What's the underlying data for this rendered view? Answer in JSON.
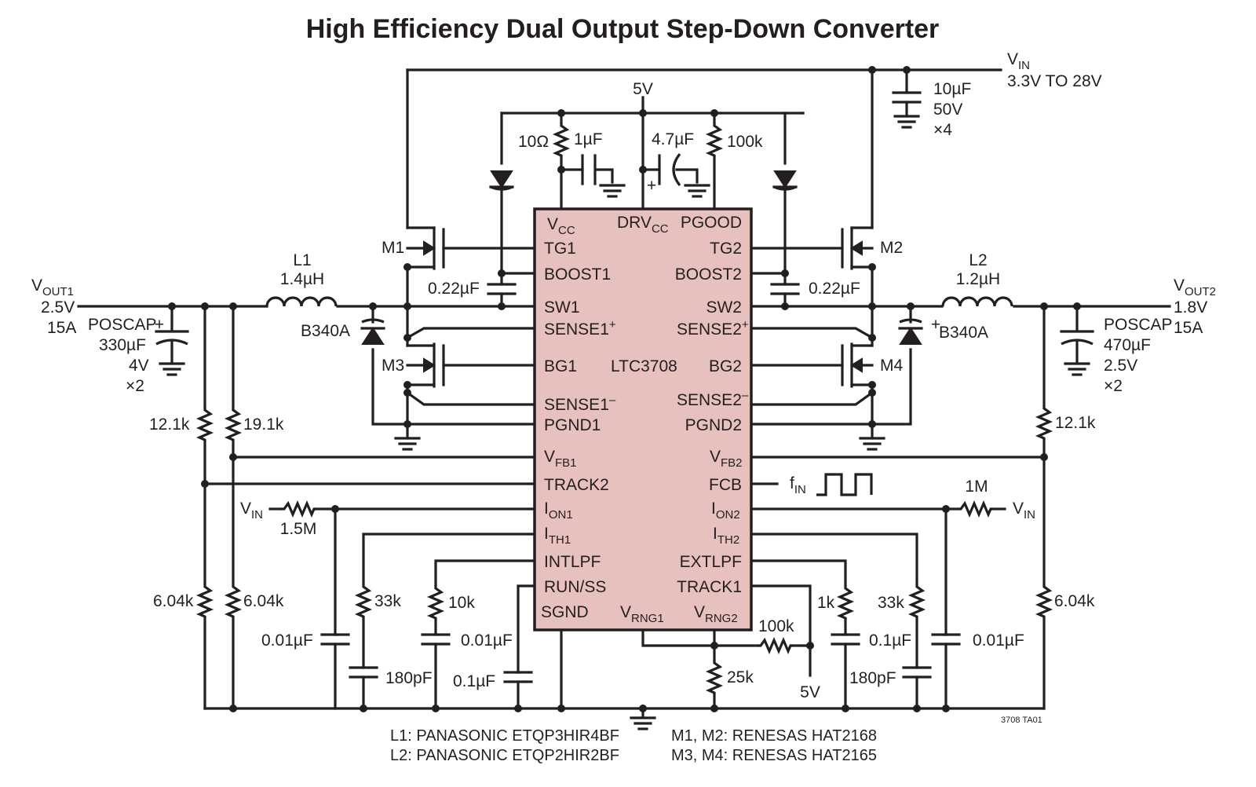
{
  "title": "High Efficiency Dual Output Step-Down Converter",
  "ic": {
    "name": "LTC3708",
    "pins_left": {
      "vcc": {
        "main": "V",
        "sub": "CC"
      },
      "tg1": "TG1",
      "boost1": "BOOST1",
      "sw1": "SW1",
      "sense1p": {
        "main": "SENSE1",
        "sup": "+"
      },
      "bg1": "BG1",
      "sense1m": {
        "main": "SENSE1",
        "sup": "–"
      },
      "pgnd1": "PGND1",
      "vfb1": {
        "main": "V",
        "sub": "FB1"
      },
      "track2": "TRACK2",
      "ion1": {
        "main": "I",
        "sub": "ON1"
      },
      "ith1": {
        "main": "I",
        "sub": "TH1"
      },
      "intlpf": "INTLPF",
      "runss": "RUN/SS",
      "sgnd": "SGND"
    },
    "pins_center": {
      "drvcc": {
        "main": "DRV",
        "sub": "CC"
      },
      "vrng1": {
        "main": "V",
        "sub": "RNG1"
      }
    },
    "pins_right": {
      "pgood": "PGOOD",
      "tg2": "TG2",
      "boost2": "BOOST2",
      "sw2": "SW2",
      "sense2p": {
        "main": "SENSE2",
        "sup": "+"
      },
      "bg2": "BG2",
      "sense2m": {
        "main": "SENSE2",
        "sup": "–"
      },
      "pgnd2": "PGND2",
      "vfb2": {
        "main": "V",
        "sub": "FB2"
      },
      "fcb": "FCB",
      "ion2": {
        "main": "I",
        "sub": "ON2"
      },
      "ith2": {
        "main": "I",
        "sub": "TH2"
      },
      "extlpf": "EXTLPF",
      "track1": "TRACK1",
      "vrng2": {
        "main": "V",
        "sub": "RNG2"
      }
    }
  },
  "supply": {
    "vin_top": {
      "main": "V",
      "sub": "IN",
      "range": "3.3V TO 28V"
    },
    "five_v_top": "5V",
    "five_v_bottom": "5V",
    "vin_left": {
      "main": "V",
      "sub": "IN"
    },
    "vin_right": {
      "main": "V",
      "sub": "IN"
    },
    "fin": {
      "main": "f",
      "sub": "IN"
    }
  },
  "outputs": {
    "out1": {
      "main": "V",
      "sub": "OUT1",
      "voltage": "2.5V",
      "current": "15A"
    },
    "out2": {
      "main": "V",
      "sub": "OUT2",
      "voltage": "1.8V",
      "current": "15A"
    }
  },
  "components": {
    "cin": {
      "value": "10µF",
      "voltage": "50V",
      "qty": "×4"
    },
    "r_10ohm": "10Ω",
    "c_1uf": "1µF",
    "c_4_7uf": "4.7µF",
    "r_100k_top": "100k",
    "plus": "+",
    "m1": "M1",
    "m2": "M2",
    "m3": "M3",
    "m4": "M4",
    "cboot1": "0.22µF",
    "cboot2": "0.22µF",
    "l1": {
      "name": "L1",
      "value": "1.4µH"
    },
    "l2": {
      "name": "L2",
      "value": "1.2µH"
    },
    "d1": "B340A",
    "d2": "B340A",
    "cout1": {
      "type": "POSCAP",
      "value": "330µF",
      "voltage": "4V",
      "qty": "×2"
    },
    "cout2": {
      "type": "POSCAP",
      "value": "470µF",
      "voltage": "2.5V",
      "qty": "×2"
    },
    "r_12_1k_left": "12.1k",
    "r_19_1k": "19.1k",
    "r_12_1k_right": "12.1k",
    "r_1_5m": "1.5M",
    "r_1m": "1M",
    "r_6_04k_a": "6.04k",
    "r_6_04k_b": "6.04k",
    "r_6_04k_c": "6.04k",
    "r_33k_left": "33k",
    "r_10k": "10k",
    "r_33k_right": "33k",
    "r_1k": "1k",
    "r_100k_bottom": "100k",
    "r_25k": "25k",
    "c_0_01uf_a": "0.01µF",
    "c_0_01uf_b": "0.01µF",
    "c_0_01uf_c": "0.01µF",
    "c_180pf_left": "180pF",
    "c_180pf_right": "180pF",
    "c_0_1uf_left": "0.1µF",
    "c_0_1uf_right": "0.1µF"
  },
  "notes": {
    "l1": "L1: PANASONIC ETQP3HIR4BF",
    "l2": "L2: PANASONIC ETQP2HIR2BF",
    "m12": "M1, M2: RENESAS HAT2168",
    "m34": "M3, M4: RENESAS HAT2165",
    "code": "3708 TA01"
  }
}
